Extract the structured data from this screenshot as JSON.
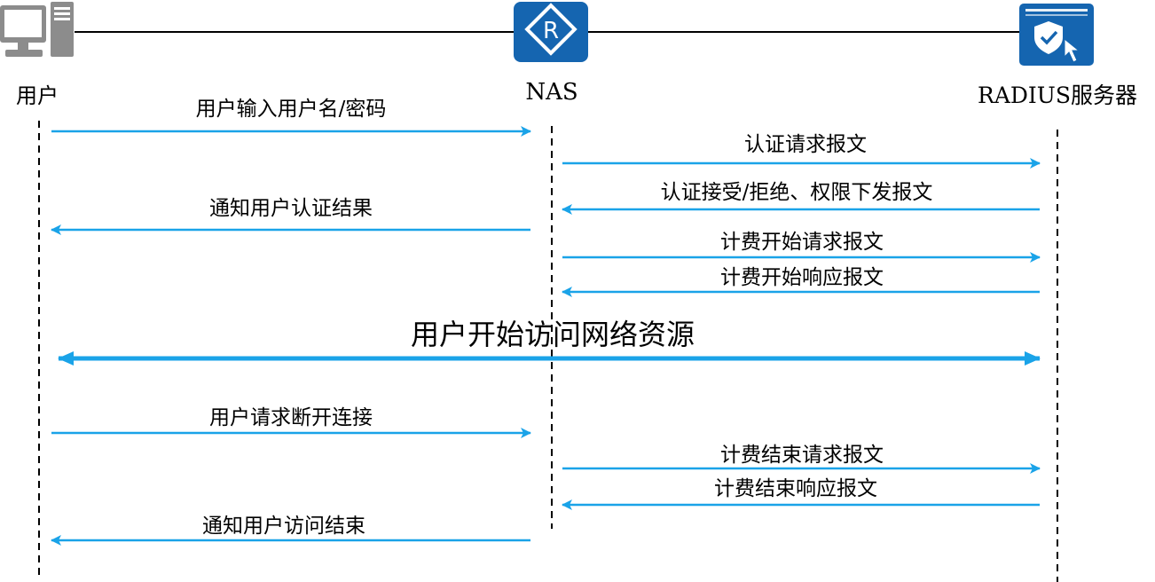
{
  "nodes": {
    "user": {
      "label": "用户",
      "icon": "computer-icon"
    },
    "nas": {
      "label": "NAS",
      "icon": "router-icon"
    },
    "radius": {
      "label": "RADIUS服务器",
      "icon": "security-server-icon"
    }
  },
  "messages": [
    {
      "id": "m1",
      "text": "用户输入用户名/密码",
      "from": "user",
      "to": "nas"
    },
    {
      "id": "m2",
      "text": "认证请求报文",
      "from": "nas",
      "to": "radius"
    },
    {
      "id": "m3",
      "text": "认证接受/拒绝、权限下发报文",
      "from": "radius",
      "to": "nas"
    },
    {
      "id": "m4",
      "text": "通知用户认证结果",
      "from": "nas",
      "to": "user"
    },
    {
      "id": "m5",
      "text": "计费开始请求报文",
      "from": "nas",
      "to": "radius"
    },
    {
      "id": "m6",
      "text": "计费开始响应报文",
      "from": "radius",
      "to": "nas"
    },
    {
      "id": "m7",
      "text": "用户开始访问网络资源",
      "from": "user",
      "to": "radius",
      "bidirectional": true
    },
    {
      "id": "m8",
      "text": "用户请求断开连接",
      "from": "user",
      "to": "nas"
    },
    {
      "id": "m9",
      "text": "计费结束请求报文",
      "from": "nas",
      "to": "radius"
    },
    {
      "id": "m10",
      "text": "计费结束响应报文",
      "from": "radius",
      "to": "nas"
    },
    {
      "id": "m11",
      "text": "通知用户访问结束",
      "from": "nas",
      "to": "user"
    }
  ],
  "colors": {
    "arrow": "#1aa3e8",
    "icon_blue": "#1565b0",
    "icon_gray": "#8c8c8c",
    "line": "#000000"
  }
}
